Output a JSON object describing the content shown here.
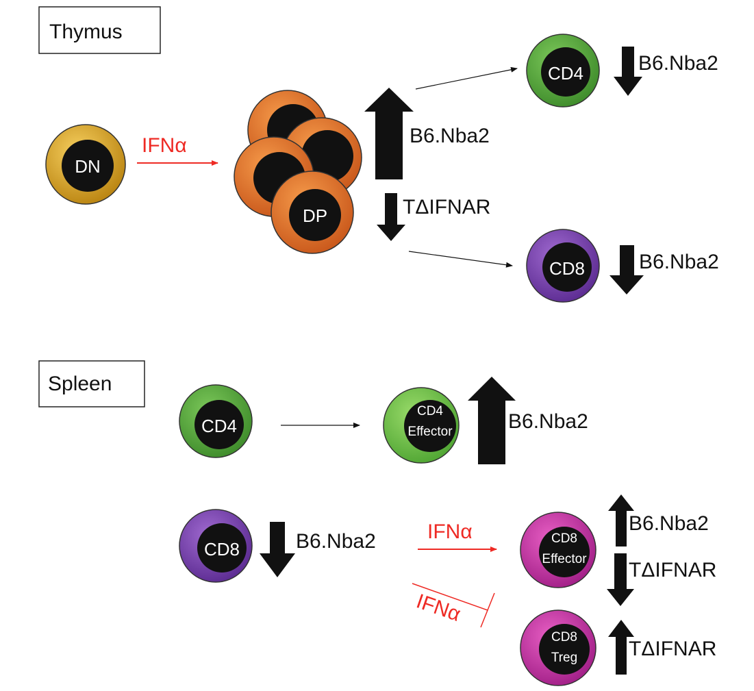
{
  "thymus": {
    "section_label": "Thymus",
    "cells": {
      "dn": "DN",
      "dp": "DP",
      "cd4": "CD4",
      "cd8": "CD8"
    },
    "ifn_label": "IFNα",
    "dp_up_label": "B6.Nba2",
    "dp_down_label": "TΔIFNAR",
    "cd4_down_label": "B6.Nba2",
    "cd8_down_label": "B6.Nba2"
  },
  "spleen": {
    "section_label": "Spleen",
    "cells": {
      "cd4": "CD4",
      "cd4_eff_line1": "CD4",
      "cd4_eff_line2": "Effector",
      "cd8": "CD8",
      "cd8_eff_line1": "CD8",
      "cd8_eff_line2": "Effector",
      "cd8_treg_line1": "CD8",
      "cd8_treg_line2": "Treg"
    },
    "cd4_effector_up_label": "B6.Nba2",
    "cd8_down_label": "B6.Nba2",
    "ifn_promote_label": "IFNα",
    "ifn_inhibit_label": "IFNα",
    "cd8_eff_up_label": "B6.Nba2",
    "cd8_eff_down_label": "TΔIFNAR",
    "cd8_treg_up_label": "TΔIFNAR"
  },
  "colors": {
    "dn_ring": "#d9a21b",
    "dp_ring": "#e87722",
    "cd4_ring": "#5bac3c",
    "cd4_effector_ring": "#6cc24a",
    "cd8_ring": "#7b3fb0",
    "cd8_effector_ring": "#cc2fa8",
    "cell_core": "#111111",
    "ifn_red": "#ee2a24",
    "arrow_black": "#111111"
  }
}
